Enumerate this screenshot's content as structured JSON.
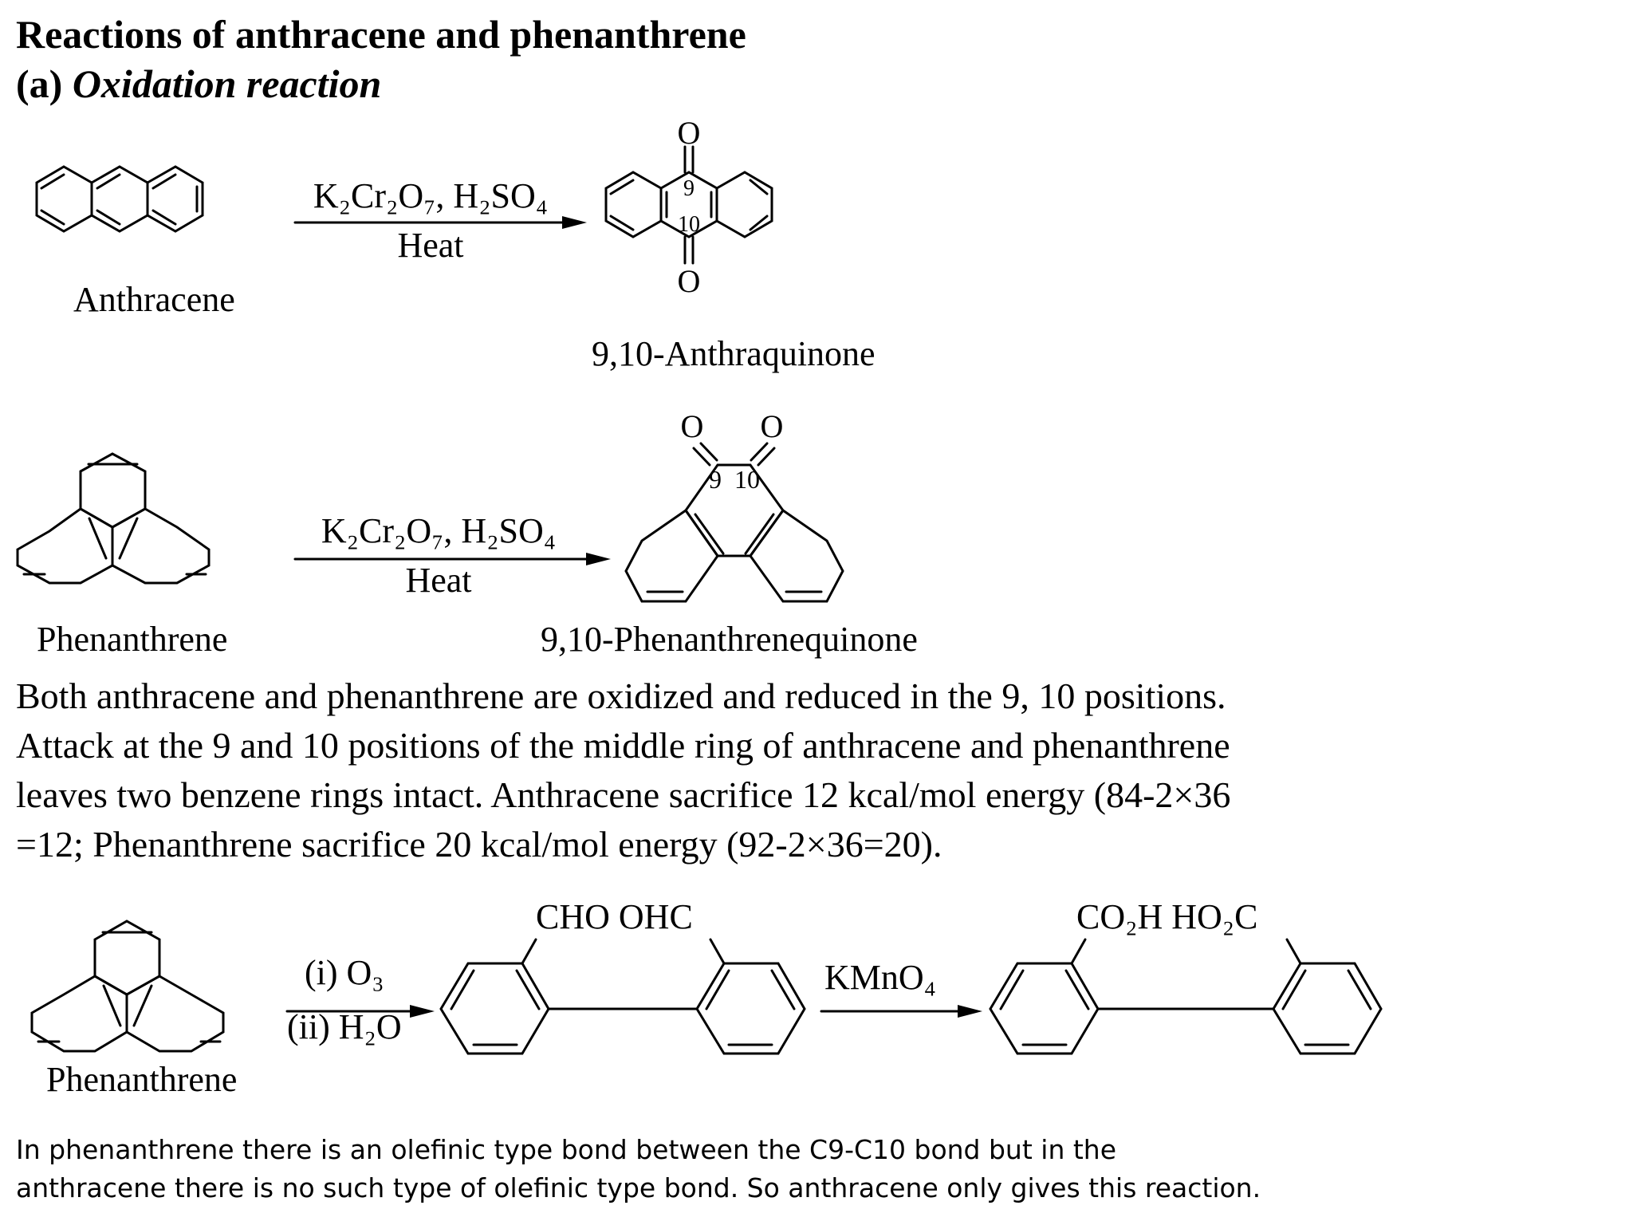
{
  "title": "Reactions of anthracene and phenanthrene",
  "section": {
    "marker": "(a)",
    "name": "Oxidation reaction"
  },
  "reaction1": {
    "reactant": "Anthracene",
    "reagent": "K₂Cr₂O₇, H₂SO₄",
    "condition": "Heat",
    "product": "9,10-Anthraquinone",
    "atoms": {
      "oxygen_top": "O",
      "oxygen_bottom": "O",
      "pos_9": "9",
      "pos_10": "10"
    }
  },
  "reaction2": {
    "reactant": "Phenanthrene",
    "reagent": "K₂Cr₂O₇, H₂SO₄",
    "condition": "Heat",
    "product": "9,10-Phenanthrenequinone",
    "atoms": {
      "oxygen_left": "O",
      "oxygen_right": "O",
      "positions": "9  10"
    }
  },
  "paragraph": [
    "Both anthracene and phenanthrene are oxidized and reduced in the 9, 10 positions.",
    "Attack at the 9 and 10 positions of the middle ring of anthracene and phenanthrene",
    "leaves two benzene rings intact. Anthracene sacrifice 12 kcal/mol energy (84-2×36",
    "=12; Phenanthrene sacrifice 20 kcal/mol energy (92-2×36=20)."
  ],
  "reaction3": {
    "reactant": "Phenanthrene",
    "step1": "(i) O₃",
    "step2": "(ii) H₂O",
    "intermediate_groups": "CHO OHC",
    "reagent2": "KMnO₄",
    "product_groups": "CO₂H HO₂C"
  },
  "note": [
    "In phenanthrene there is an olefinic type bond between the C9-C10 bond but in the",
    "anthracene there is no such type of olefinic type bond. So anthracene only gives this reaction."
  ]
}
